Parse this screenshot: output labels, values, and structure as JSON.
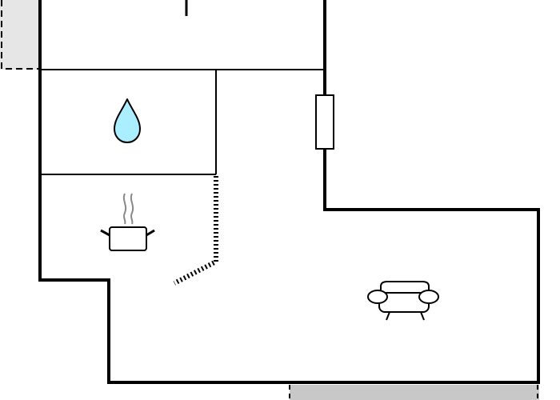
{
  "plan": {
    "background": "#ffffff",
    "wall_color": "#000000",
    "outside_fill_light": "#e6e6e6",
    "outside_fill_dark": "#c8c8c8",
    "rooms": [
      {
        "id": "upper-room",
        "icon": null
      },
      {
        "id": "bathroom",
        "icon": "water-drop-icon"
      },
      {
        "id": "kitchen",
        "icon": "cooking-pot-icon"
      },
      {
        "id": "living-room",
        "icon": "armchair-icon"
      }
    ],
    "icons": {
      "water_drop": {
        "name": "water-drop-icon",
        "fill": "#aaeeff",
        "stroke": "#000000"
      },
      "cooking_pot": {
        "name": "cooking-pot-icon",
        "fill": "#ffffff",
        "stroke": "#000000",
        "steam_color": "#888888"
      },
      "armchair": {
        "name": "armchair-icon",
        "fill": "#ffffff",
        "stroke": "#000000"
      }
    },
    "openings": [
      {
        "name": "window",
        "kind": "window"
      },
      {
        "name": "open-passage-dotted",
        "kind": "dotted-divider"
      }
    ]
  }
}
